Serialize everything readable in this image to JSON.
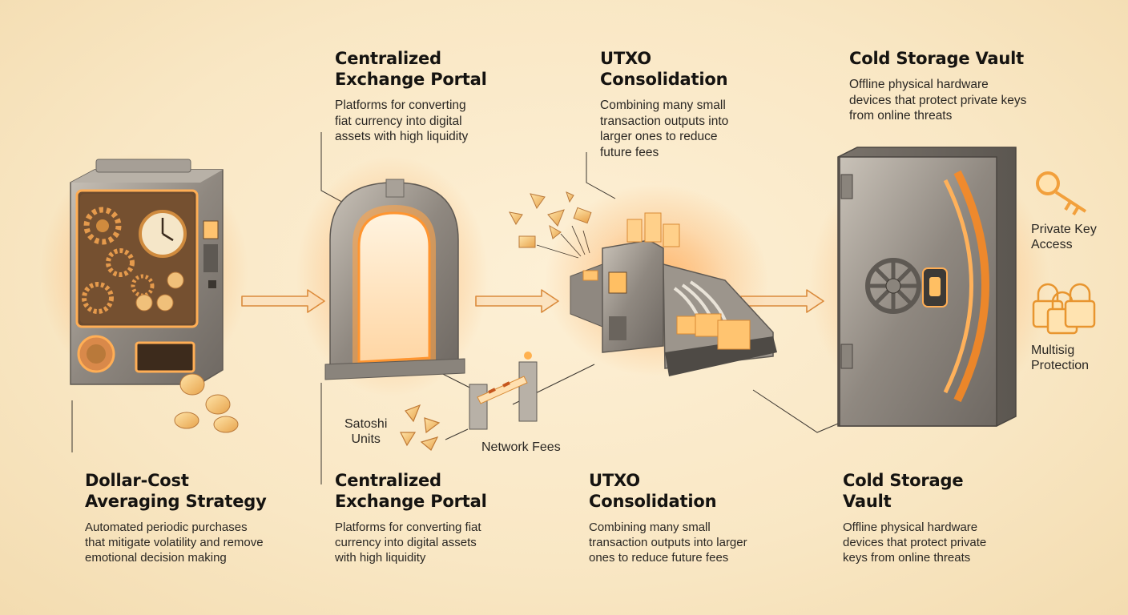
{
  "top_labels": [
    {
      "title_lines": [
        "Centralized",
        "Exchange Portal"
      ],
      "desc_lines": [
        "Platforms for converting",
        "fiat currency into digital",
        "assets with high liquidity"
      ]
    },
    {
      "title_lines": [
        "UTXO",
        "Consolidation"
      ],
      "desc_lines": [
        "Combining many small",
        "transaction outputs into",
        "larger ones to reduce",
        "future fees"
      ]
    },
    {
      "title_lines": [
        "Cold Storage Vault"
      ],
      "desc_lines": [
        "Offline physical hardware",
        "devices that protect private keys",
        "from online threats"
      ]
    }
  ],
  "bottom_labels": [
    {
      "title_lines": [
        "Dollar-Cost",
        "Averaging Strategy"
      ],
      "desc_lines": [
        "Automated periodic purchases",
        "that mitigate volatility and remove",
        "emotional decision making"
      ]
    },
    {
      "title_lines": [
        "Centralized",
        "Exchange Portal"
      ],
      "desc_lines": [
        "Platforms for converting fiat",
        "currency into digital assets",
        "with high liquidity"
      ]
    },
    {
      "title_lines": [
        "UTXO",
        "Consolidation"
      ],
      "desc_lines": [
        "Combining many small",
        "transaction outputs into larger",
        "ones to reduce future fees"
      ]
    },
    {
      "title_lines": [
        "Cold Storage",
        "Vault"
      ],
      "desc_lines": [
        "Offline physical hardware",
        "devices that protect private",
        "keys from online threats"
      ]
    }
  ],
  "callouts": {
    "satoshi": [
      "Satoshi",
      "Units"
    ],
    "network_fees": "Network Fees",
    "private_key": [
      "Private Key",
      "Access"
    ],
    "multisig": [
      "Multisig",
      "Protection"
    ]
  },
  "colors": {
    "background": "#fbebcb",
    "accent_glow": "#ff8a1e",
    "metal": "#9c958c",
    "arrow_fill": "#fbe2bf",
    "arrow_stroke": "#d98a3c"
  }
}
